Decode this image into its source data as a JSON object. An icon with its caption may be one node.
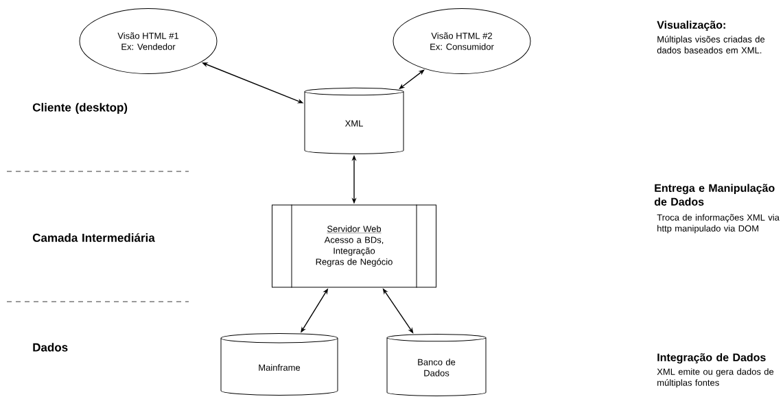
{
  "diagram": {
    "nodes": [
      {
        "text": [
          "Visão HTML #1",
          "Ex: Vendedor"
        ]
      },
      {
        "text": [
          "XML"
        ]
      },
      {
        "text": [
          "Visão HTML #2",
          "Ex: Consumidor"
        ]
      },
      {
        "text": [
          "Servidor Web",
          "Acesso a BDs, Integração",
          "Regras de Negócio"
        ]
      },
      {
        "text": [
          "Mainframe"
        ]
      },
      {
        "text": [
          "Banco de Dados"
        ]
      }
    ],
    "edges": [
      {
        "from": 0,
        "to": 1,
        "arrow": "both"
      },
      {
        "from": 2,
        "to": 1,
        "arrow": "both"
      },
      {
        "from": 1,
        "to": 3,
        "arrow": "both"
      },
      {
        "from": 3,
        "to": 4,
        "arrow": "both"
      },
      {
        "from": 3,
        "to": 5,
        "arrow": "both"
      }
    ],
    "labels": [
      "Cliente (desktop)",
      "Camada Intermediária",
      "Dados",
      "Visualização:",
      "Múltiplas visões criadas de dados baseados em XML.",
      "Entrega e Manipulação de Dados",
      "Troca de informações XML via http manipulado via DOM",
      "Integração de Dados",
      "XML emite ou gera dados de múltiplas fontes"
    ]
  }
}
